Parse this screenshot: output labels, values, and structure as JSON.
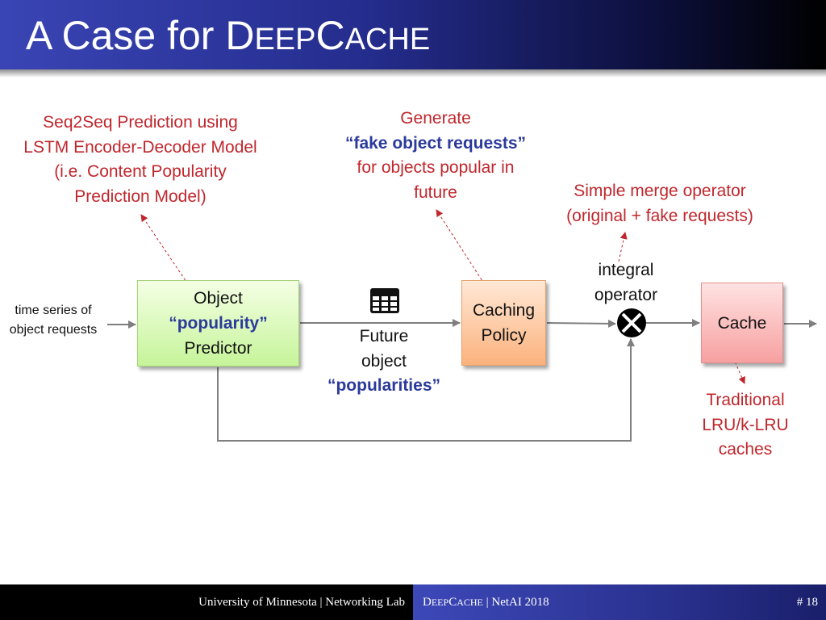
{
  "title": {
    "first": "A Case for D",
    "sc1": "EEP",
    "mid": "C",
    "sc2": "ACHE"
  },
  "annotations": {
    "seq2seq": [
      "Seq2Seq Prediction using",
      "LSTM Encoder-Decoder Model",
      "(i.e. Content Popularity",
      "Prediction Model)"
    ],
    "generate": {
      "line1": "Generate",
      "line2": "“fake object requests”",
      "line3": "for objects popular in",
      "line4": "future"
    },
    "merge": [
      "Simple merge operator",
      "(original + fake requests)"
    ],
    "integral": [
      "integral",
      "operator"
    ],
    "traditional": [
      "Traditional",
      "LRU/k-LRU",
      "caches"
    ]
  },
  "input_label": [
    "time series of",
    "object requests"
  ],
  "predictor": {
    "line1": "Object",
    "line2": "“popularity”",
    "line3": "Predictor"
  },
  "future": {
    "line1": "Future",
    "line2": "object",
    "line3": "“popularities”"
  },
  "policy": [
    "Caching",
    "Policy"
  ],
  "cache": "Cache",
  "footer": {
    "left": "University of Minnesota | Networking Lab",
    "mid_d": "D",
    "mid_eep": "EEP",
    "mid_c": "C",
    "mid_ache": "ACHE",
    "mid_rest": " | NetAI 2018",
    "page": "# 18"
  },
  "colors": {
    "annotation": "#c0272d",
    "emphasis": "#2b3a9b",
    "arrow": "#7f7f7f"
  }
}
